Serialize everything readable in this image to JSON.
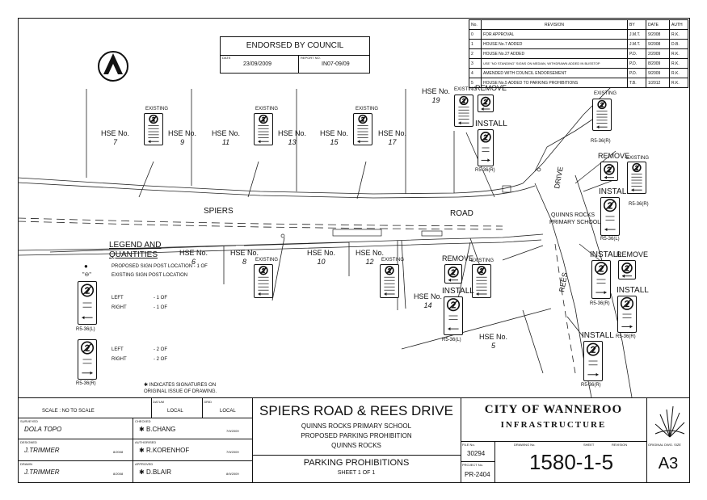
{
  "endorsement": {
    "title": "ENDORSED BY COUNCIL",
    "date_label": "DATE",
    "date": "23/09/2009",
    "report_label": "REPORT NO.",
    "report": "IN07-09/09"
  },
  "revisions": {
    "headers": [
      "No.",
      "REVISION",
      "BY",
      "DATE",
      "AUTH"
    ],
    "rows": [
      [
        "0",
        "FOR APPROVAL",
        "J.M.T.",
        "9/2008",
        "R.K."
      ],
      [
        "1",
        "HOUSE No.7 ADDED",
        "J.M.T.",
        "9/2008",
        "D.B."
      ],
      [
        "2",
        "HOUSE No.27 ADDED",
        "P.D.",
        "2/2009",
        "R.K."
      ],
      [
        "3",
        "USE \"NO STANDING\" SIGNS ON MEDIAN, WITHDRAWN ADDED IN BUSSTOP",
        "P.D.",
        "8/2009",
        "R.K."
      ],
      [
        "4",
        "AMENDED WITH COUNCIL ENDORSEMENT",
        "P.D.",
        "9/2009",
        "R.K."
      ],
      [
        "5",
        "HOUSE No.5 ADDED TO PARKING PROHIBITIONS",
        "T.B.",
        "1/2012",
        "R.K."
      ]
    ]
  },
  "streets": {
    "spiers": "SPIERS",
    "road": "ROAD",
    "drive": "DRIVE",
    "rees": "REES"
  },
  "school": [
    "QUINNS ROCKS",
    "PRIMARY SCHOOL"
  ],
  "houses": {
    "hse": "HSE No.",
    "north": [
      "7",
      "9",
      "11",
      "13",
      "15",
      "17",
      "19"
    ],
    "south": [
      "6",
      "8",
      "10",
      "12",
      "14",
      "5"
    ]
  },
  "labels": {
    "existing": "EXISTING",
    "remove": "REMOVE",
    "install": "INSTALL"
  },
  "sign_codes": {
    "left": "R5-36(L)",
    "right": "R5-36(R)"
  },
  "legend": {
    "title_1": "LEGEND  AND",
    "title_2": "QUANTITIES",
    "proposed": "PROPOSED SIGN POST LOCATION  -  1 OF",
    "existing": "EXISTING SIGN POST LOCATION",
    "left": "LEFT",
    "right": "RIGHT",
    "qty_1": "-  1 OF",
    "qty_2": "-  2 OF",
    "note_1": "INDICATES SIGNATURES ON",
    "note_2": "ORIGINAL ISSUE OF DRAWING."
  },
  "title_block": {
    "scale_label": "SCALE : NO TO SCALE",
    "datum_label": "DATUM",
    "datum": "LOCAL",
    "grid_label": "GRID",
    "grid": "LOCAL",
    "surveyed_label": "SURVEYED",
    "surveyed": "DOLA TOPO",
    "checked_label": "CHECKED",
    "checked": "B.CHANG",
    "checked_date": "7/9/2009",
    "designed_label": "DESIGNED",
    "designed": "J.TRIMMER",
    "designed_date": "8/2008",
    "authorised_label": "AUTHORISED",
    "authorised": "R.KORENHOF",
    "authorised_date": "7/9/2009",
    "drawn_label": "DRAWN",
    "drawn": "J.TRIMMER",
    "drawn_date": "8/2008",
    "approved_label": "APPROVED",
    "approved": "D.BLAIR",
    "approved_date": "8/9/2009",
    "main_title": "SPIERS ROAD & REES DRIVE",
    "sub_1": "QUINNS ROCKS PRIMARY SCHOOL",
    "sub_2": "PROPOSED PARKING PROHIBITION",
    "sub_3": "QUINNS ROCKS",
    "sheet_title": "PARKING PROHIBITIONS",
    "sheet": "SHEET 1 OF 1",
    "city": "CITY OF WANNEROO",
    "dept": "INFRASTRUCTURE",
    "file_label": "FILE No.",
    "file": "30294",
    "project_label": "PROJECT No.",
    "project": "PR-2404",
    "drawing_label": "DRAWING No.",
    "sheet_label": "SHEET",
    "revision_label": "REVISION",
    "drawing_no": "1580-1-5",
    "size_label": "ORIGINAL DWG. SIZE",
    "size": "A3"
  },
  "colors": {
    "ink": "#111111"
  }
}
